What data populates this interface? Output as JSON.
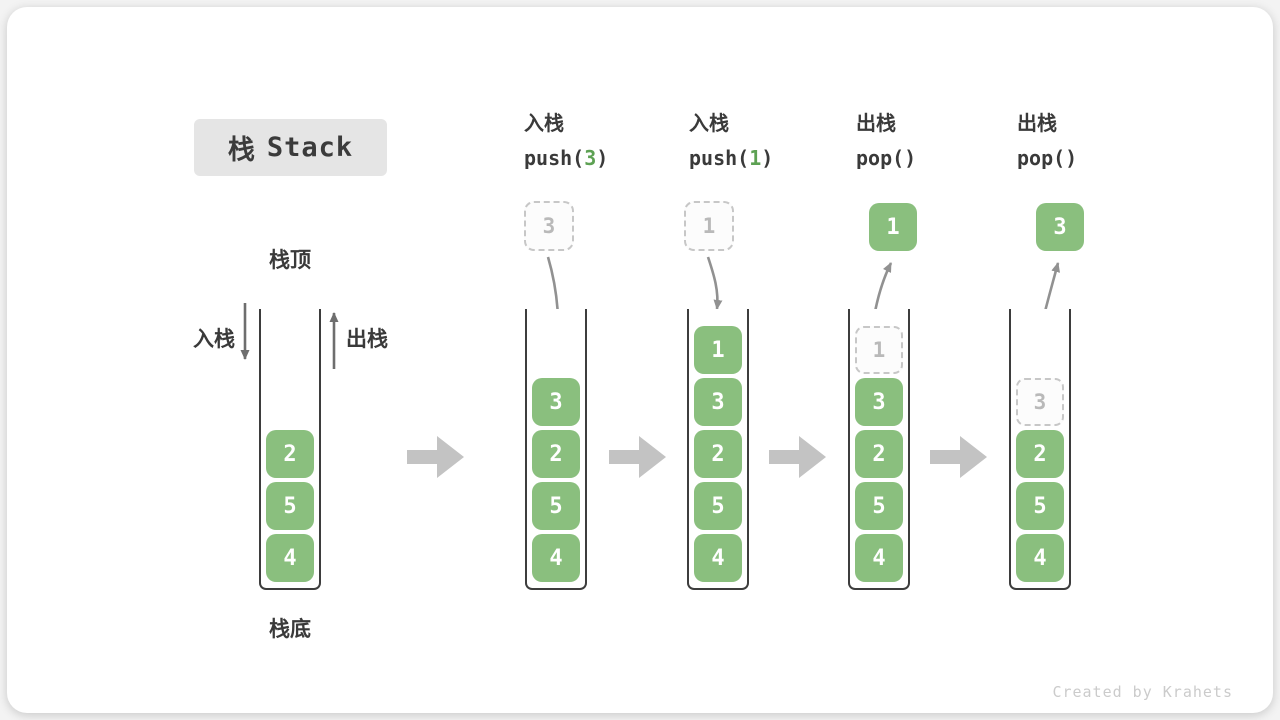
{
  "title": {
    "zh": "栈",
    "en": "Stack"
  },
  "side_labels": {
    "stack_top": "栈顶",
    "stack_bottom": "栈底",
    "push": "入栈",
    "pop": "出栈"
  },
  "operations": [
    {
      "label": "入栈",
      "code_prefix": "push(",
      "code_arg": "3",
      "code_suffix": ")"
    },
    {
      "label": "入栈",
      "code_prefix": "push(",
      "code_arg": "1",
      "code_suffix": ")"
    },
    {
      "label": "出栈",
      "code_prefix": "pop(",
      "code_arg": "",
      "code_suffix": ")"
    },
    {
      "label": "出栈",
      "code_prefix": "pop(",
      "code_arg": "",
      "code_suffix": ")"
    }
  ],
  "floating_blocks": {
    "push3": "3",
    "push1": "1",
    "pop1": "1",
    "pop3": "3"
  },
  "stacks": [
    {
      "ghost": null,
      "blocks": [
        "2",
        "5",
        "4"
      ]
    },
    {
      "ghost": null,
      "blocks": [
        "3",
        "2",
        "5",
        "4"
      ]
    },
    {
      "ghost": null,
      "blocks": [
        "1",
        "3",
        "2",
        "5",
        "4"
      ]
    },
    {
      "ghost": "1",
      "blocks": [
        "3",
        "2",
        "5",
        "4"
      ]
    },
    {
      "ghost": "3",
      "blocks": [
        "2",
        "5",
        "4"
      ]
    }
  ],
  "watermark": "Created by Krahets",
  "colors": {
    "block_green": "#8abf7e",
    "code_arg_green": "#5da153",
    "step_arrow_gray": "#c3c3c3",
    "curve_arrow_gray": "#919191",
    "title_bg": "#e5e5e5"
  }
}
